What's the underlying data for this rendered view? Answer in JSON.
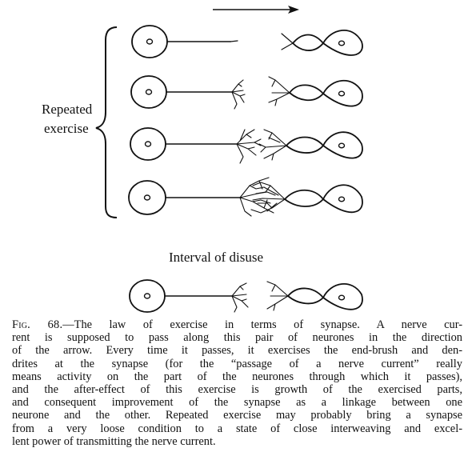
{
  "labels": {
    "repeated_line1": "Repeated",
    "repeated_line2": "exercise",
    "interval": "Interval of disuse"
  },
  "caption": {
    "fig_label": "Fig. 68.",
    "lines": [
      "—The law of exercise in terms of synapse.  A nerve cur-",
      "rent is supposed to pass along this pair of neurones in the direction",
      "of the arrow.  Every time it passes, it exercises the end-brush and den-",
      "drites at the synapse (for the “passage of a nerve current” really",
      "means activity on the part of the neurones through which it passes),",
      "and the after-effect of this exercise is growth of the exercised parts,",
      "and consequent improvement of the synapse as a linkage between one",
      "neurone and the other.  Repeated exercise may probably bring a synapse",
      "from a very loose condition to a state of close interweaving and excel-",
      "lent power of transmitting the nerve current."
    ]
  },
  "colors": {
    "ink": "#111111",
    "paper": "#ffffff"
  }
}
